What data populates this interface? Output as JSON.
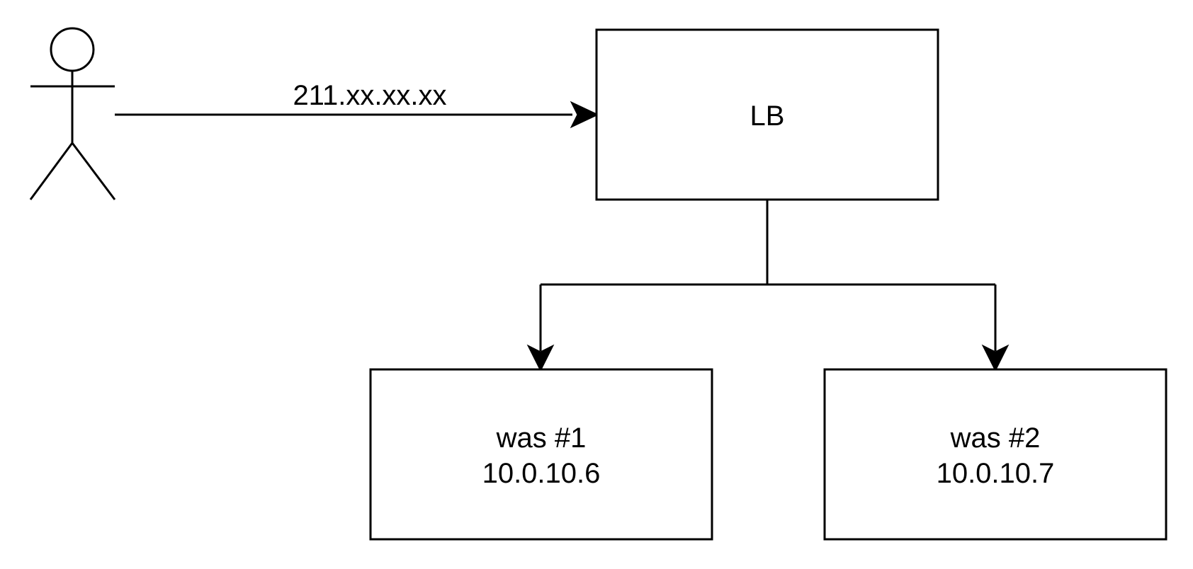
{
  "nodes": {
    "client": {
      "icon": "person-icon",
      "link_label": "211.xx.xx.xx"
    },
    "load_balancer": {
      "label": "LB"
    },
    "was1": {
      "name": "was #1",
      "ip": "10.0.10.6"
    },
    "was2": {
      "name": "was #2",
      "ip": "10.0.10.7"
    }
  },
  "colors": {
    "stroke": "#000000",
    "background": "#ffffff"
  }
}
